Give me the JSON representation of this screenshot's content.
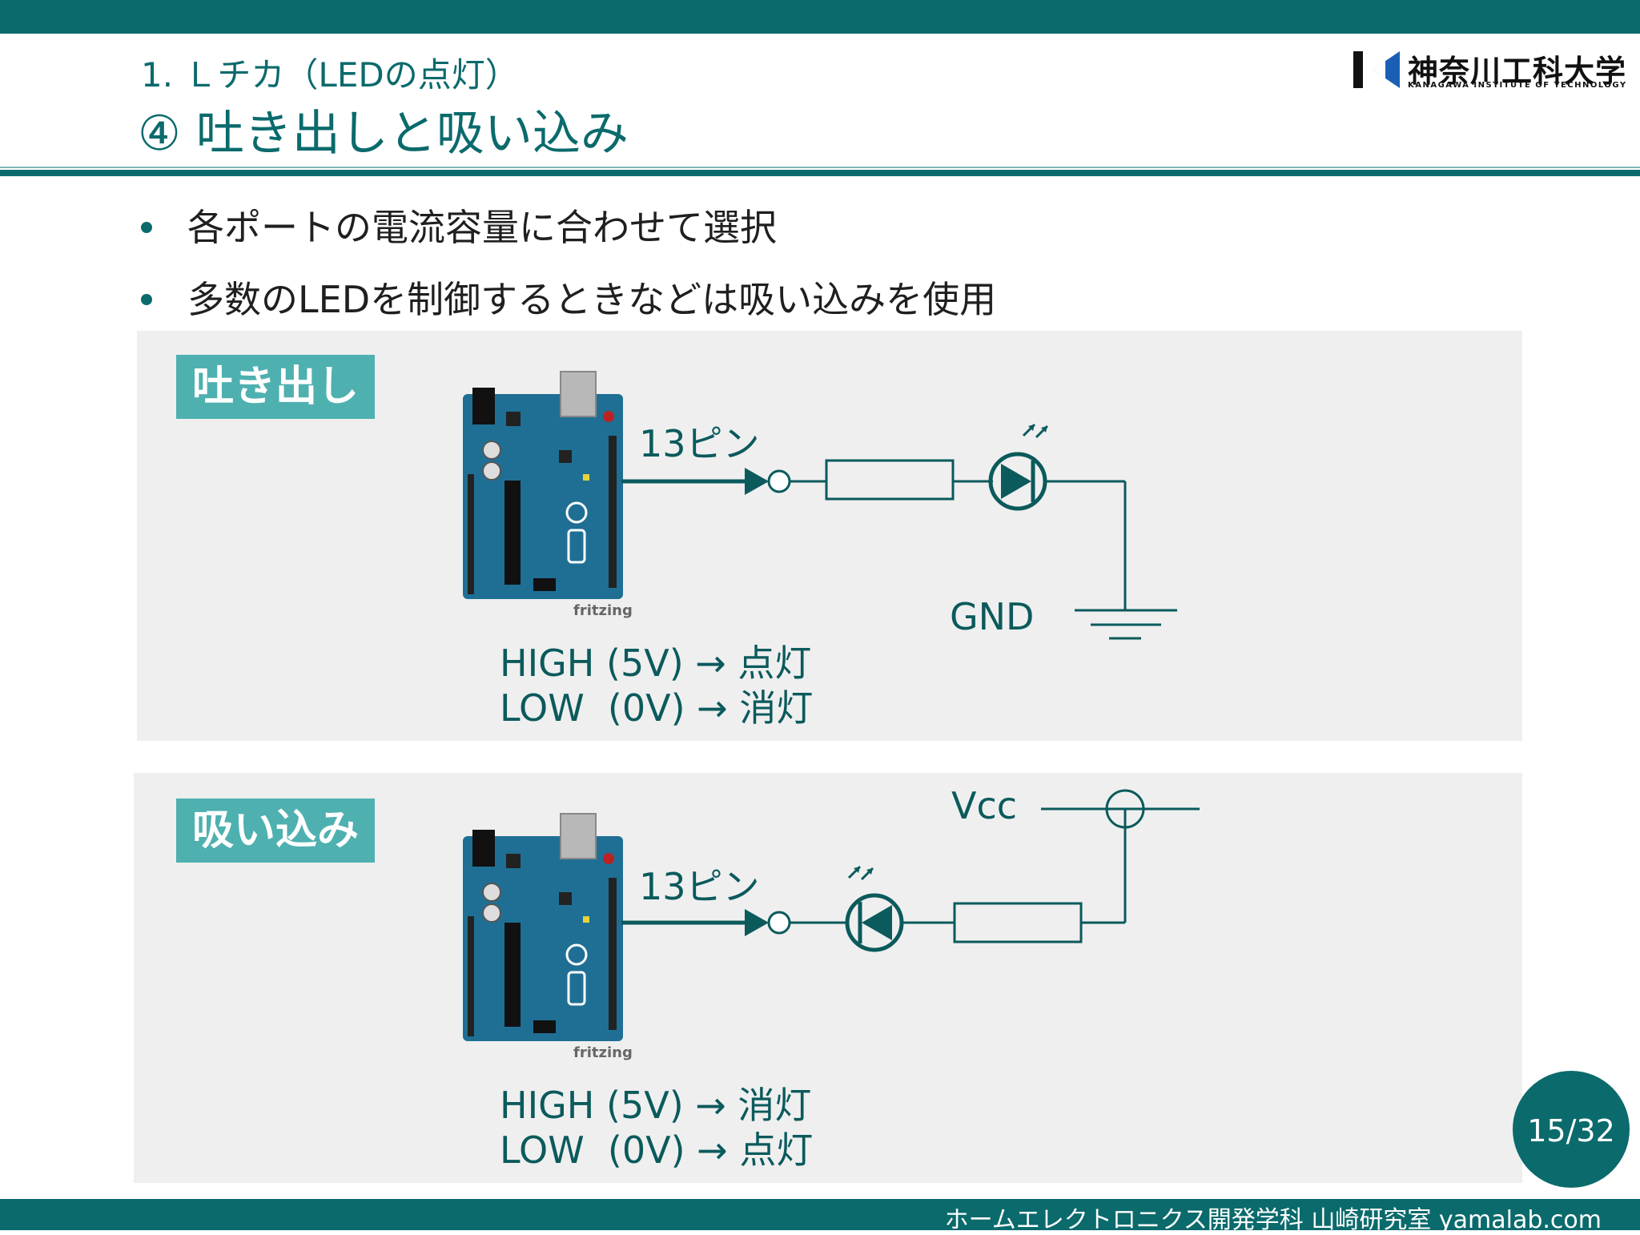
{
  "header": {
    "subtitle": "1. Ｌチカ（LEDの点灯）",
    "title": "④ 吐き出しと吸い込み"
  },
  "logo": {
    "name": "神奈川工科大学",
    "english": "KANAGAWA INSTITUTE OF TECHNOLOGY"
  },
  "bullets": [
    "各ポートの電流容量に合わせて選択",
    "多数のLEDを制御するときなどは吸い込みを使用"
  ],
  "panels": [
    {
      "tag": "吐き出し",
      "pin_label": "13ピン",
      "ground_label": "GND",
      "high_line": "HIGH (5V) → 点灯",
      "low_line": "LOW  (0V) → 消灯",
      "board_caption": "fritzing"
    },
    {
      "tag": "吸い込み",
      "pin_label": "13ピン",
      "vcc_label": "Vcc",
      "high_line": "HIGH (5V) → 消灯",
      "low_line": "LOW  (0V) → 点灯",
      "board_caption": "fritzing"
    }
  ],
  "footer": "ホームエレクトロニクス開発学科 山崎研究室 yamalab.com",
  "page": "15/32",
  "colors": {
    "brand": "#0b6a6c",
    "tag": "#4fb0b0",
    "panel": "#efefef",
    "board": "#1f6f95"
  }
}
